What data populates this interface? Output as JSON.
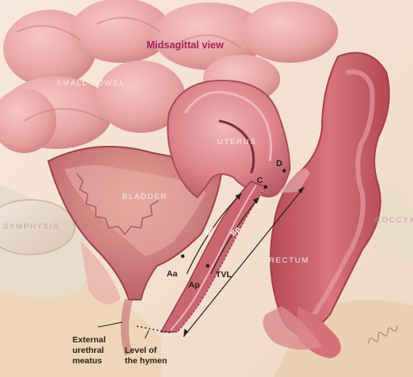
{
  "title": "Midsagittal view",
  "organs": {
    "small_bowel": "SMALL BOWEL",
    "uterus": "UTERUS",
    "bladder": "BLADDER",
    "symphysis": "SYMPHYSIS",
    "rectum": "RECTUM",
    "coccyx": "COCCYX"
  },
  "points": {
    "d": "D",
    "c": "C",
    "ba": "Ba",
    "bp": "Bp",
    "aa": "Aa",
    "ap": "Ap",
    "tvl": "TVL"
  },
  "captions": {
    "external_urethral_meatus": [
      "External",
      "urethral",
      "meatus"
    ],
    "level_of_hymen": [
      "Level of",
      "the hymen"
    ]
  },
  "signature": "N. Bayliss",
  "colors": {
    "title": "#a2235a",
    "background": "#f4e3d4",
    "small_bowel": "#e9a5a5",
    "uterus": "#d9707c",
    "bladder": "#c5646b",
    "rectum": "#c65a62",
    "bone": "#eadbcb"
  }
}
